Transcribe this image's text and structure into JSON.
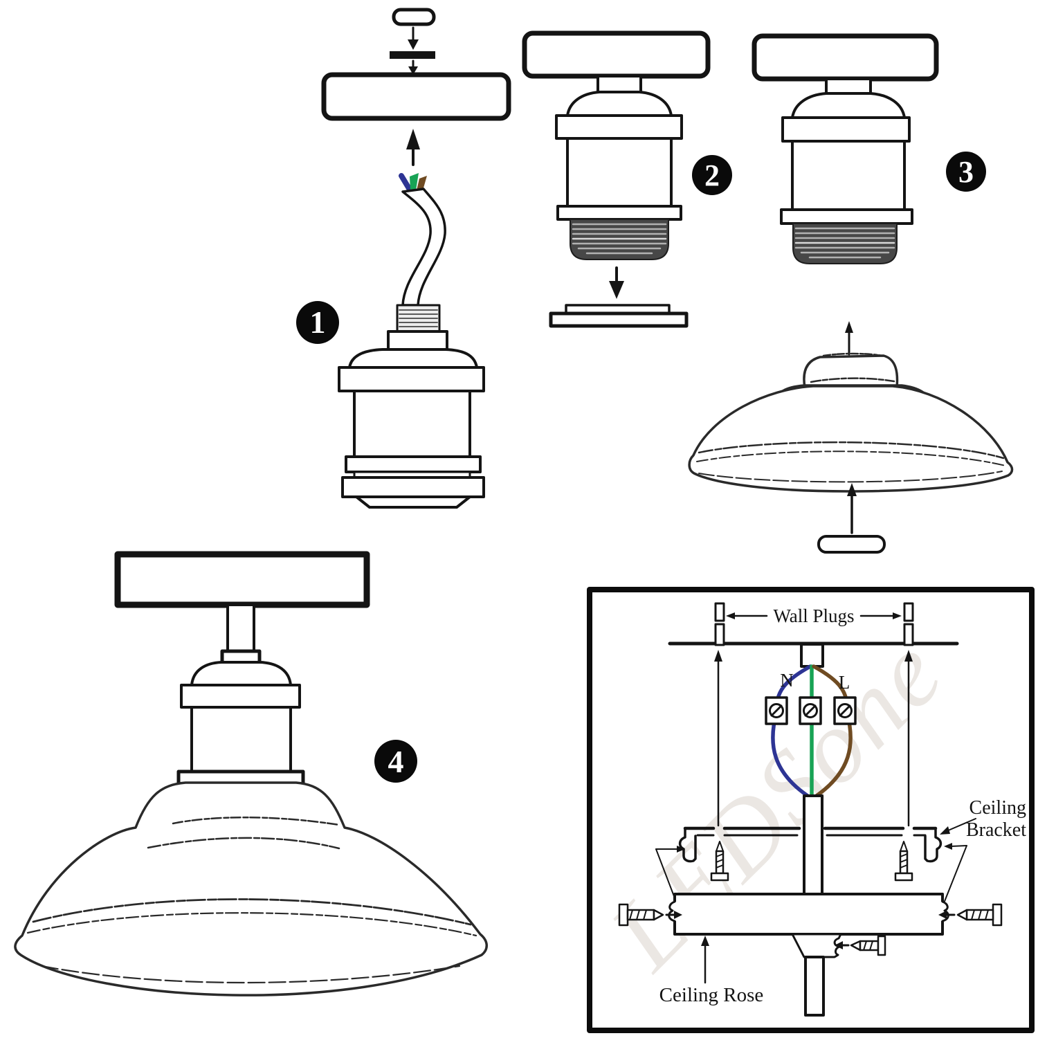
{
  "steps": [
    {
      "label": "1"
    },
    {
      "label": "2"
    },
    {
      "label": "3"
    },
    {
      "label": "4"
    }
  ],
  "wiring_diagram": {
    "wall_plugs_label": "Wall Plugs",
    "neutral_label": "N",
    "live_label": "L",
    "ceiling_bracket_label": [
      "Ceiling",
      "Bracket"
    ],
    "ceiling_rose_label": "Ceiling Rose",
    "watermark": "LEDSone",
    "wire_colors": {
      "neutral_blue": "#2d3494",
      "earth_green": "#18a355",
      "live_brown": "#6f4b22"
    },
    "line_color": "#141414",
    "badge_color": "#0a0a0a"
  }
}
